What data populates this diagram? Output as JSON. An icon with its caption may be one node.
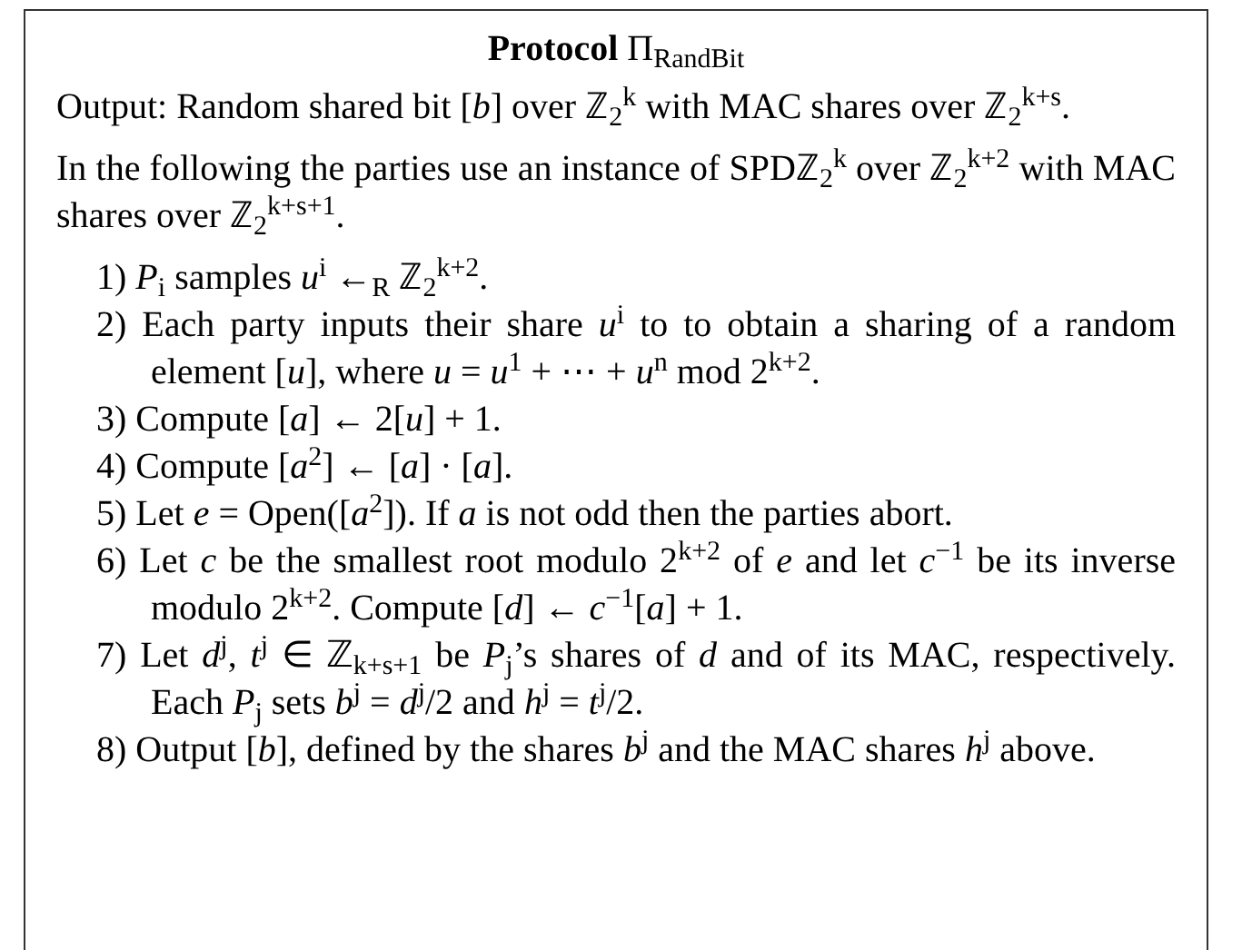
{
  "diagram": {
    "nodes": [
      {
        "text": [
          "**Protocol** Π$_{RandBit}$",
          "Output: Random shared bit [*b*] over ℤ$_{2}$$^{k}$ with MAC shares over ℤ$_{2}$$^{k+s}$.",
          "In the following the parties use an instance of SPDℤ$_{2}$$^{k}$ over ℤ$_{2}$$^{k+2}$ with MAC shares over ℤ$_{2}$$^{k+s+1}$.",
          "1) *P*$_{i}$ samples *u*$^{i}$ ←$_{R}$ ℤ$_{2}$$^{k+2}$.",
          "2) Each party inputs their share *u*$^{i}$ to to obtain a sharing of a random element [*u*], where *u* = *u*$^{1}$ + ⋯ + *u*$^{n}$ mod 2$^{k+2}$.",
          "3) Compute [*a*] ← 2[*u*] + 1.",
          "4) Compute [*a*$^{2}$] ← [*a*] · [*a*].",
          "5) Let *e* = Open([*a*$^{2}$]). If *a* is not odd then the parties abort.",
          "6) Let *c* be the smallest root modulo 2$^{k+2}$ of *e* and let *c*$^{−1}$ be its inverse modulo 2$^{k+2}$. Compute [*d*] ← *c*$^{−1}$[*a*] + 1.",
          "7) Let *d*$^{j}$, *t*$^{j}$ ∈ ℤ$_{k+s+1}$ be *P*$_{j}$’s shares of *d* and of its MAC, respectively. Each *P*$_{j}$ sets *b*$^{j}$ = *d*$^{j}$/2 and *h*$^{j}$ = *t*$^{j}$/2.",
          "8) Output [*b*], defined by the shares *b*$^{j}$ and the MAC shares *h*$^{j}$ above."
        ]
      }
    ]
  }
}
